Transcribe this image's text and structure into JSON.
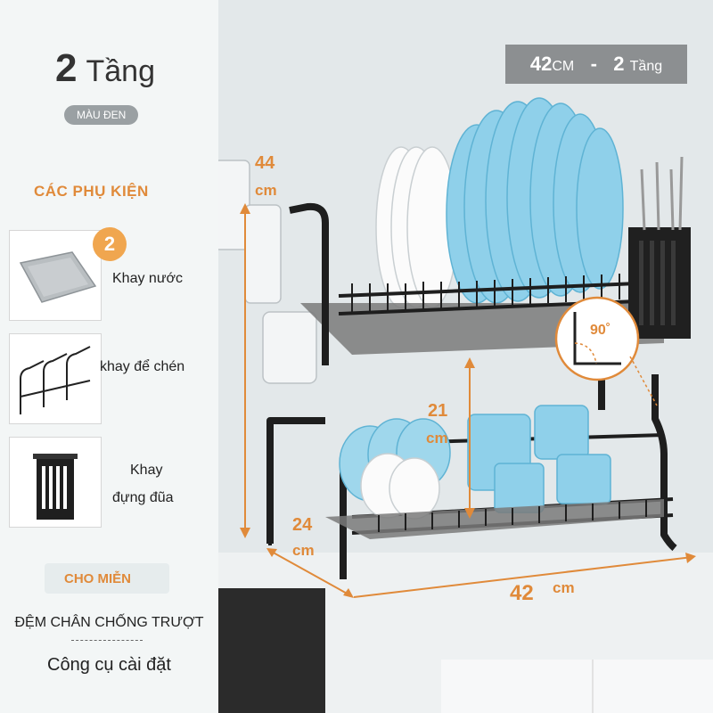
{
  "header": {
    "title_number": "2",
    "title_word": "Tầng",
    "color_badge": "MÀU ĐEN"
  },
  "top_badge": {
    "size_value": "42",
    "size_unit": "CM",
    "separator": "-",
    "tiers_value": "2",
    "tiers_word": "Tầng"
  },
  "accessories": {
    "heading": "CÁC PHỤ KIỆN",
    "count": "2",
    "items": [
      {
        "label": "Khay nước",
        "icon": "water-tray-icon"
      },
      {
        "label": "khay để chén",
        "icon": "cup-holder-icon"
      },
      {
        "label_line1": "Khay",
        "label_line2": "đựng đũa",
        "icon": "chopstick-holder-icon"
      }
    ]
  },
  "free": {
    "label": "CHO MIỄN",
    "items": [
      "ĐỆM CHÂN CHỐNG TRƯỢT",
      "Công cụ cài đặt"
    ]
  },
  "dimensions": {
    "height": {
      "value": "44",
      "unit": "cm"
    },
    "tier_gap": {
      "value": "21",
      "unit": "cm"
    },
    "depth": {
      "value": "24",
      "unit": "cm"
    },
    "width": {
      "value": "42",
      "unit": "cm"
    },
    "angle": "90˚"
  },
  "colors": {
    "accent": "#e08a3a",
    "rack": "#1e1e1e",
    "plate_blue": "#7cc8e6",
    "badge_grey": "#8c8f91"
  }
}
